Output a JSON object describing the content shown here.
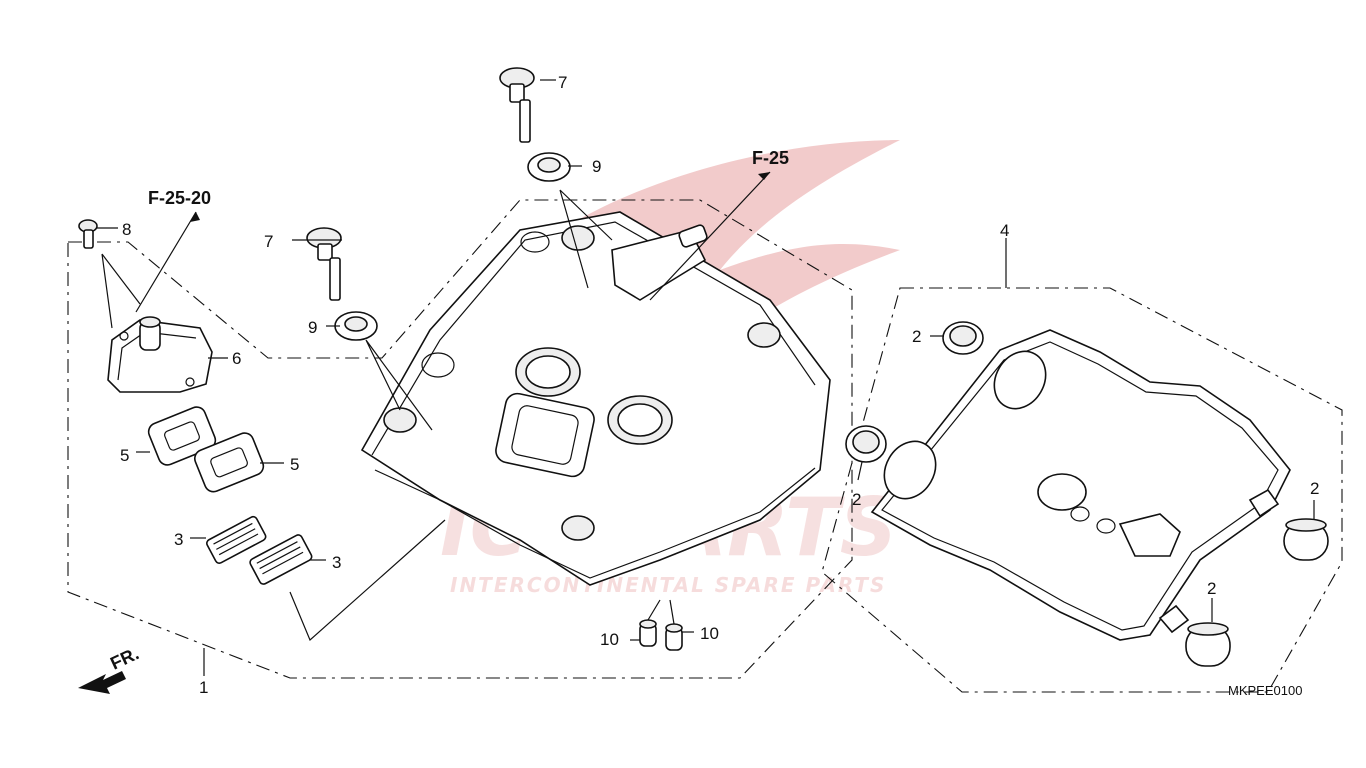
{
  "references": {
    "f25": "F-25",
    "f2520": "F-25-20"
  },
  "front_marker": "FR.",
  "diagram_code": "MKPEE0100",
  "watermark": {
    "line1": "IC SPARTS",
    "line2": "INTERCONTINENTAL SPARE PARTS",
    "color": "#e8b4b4"
  },
  "callouts": {
    "p1": "1",
    "p2a": "2",
    "p2b": "2",
    "p2c": "2",
    "p2d": "2",
    "p3a": "3",
    "p3b": "3",
    "p4": "4",
    "p5a": "5",
    "p5b": "5",
    "p6": "6",
    "p7a": "7",
    "p7b": "7",
    "p8": "8",
    "p9a": "9",
    "p9b": "9",
    "p10a": "10",
    "p10b": "10"
  }
}
